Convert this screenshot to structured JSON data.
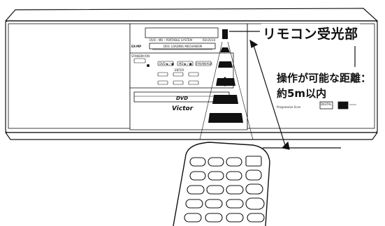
{
  "callouts": {
    "remote_sensor": "リモコン受光部",
    "range_line1": "操作が可能な距離：",
    "range_line2": "約5m以内"
  },
  "device": {
    "brand": "Victor",
    "system_label": "DVD・MD・PORTABLE SYSTEM",
    "model": "RD-DV10",
    "mechanism_label": "DISC LOADING MECHANISM",
    "ex_mp_label": "EX-MP",
    "dvd_label": "DVD",
    "standby_label": "STANDBY/ON",
    "dvd_btn": "DVD ▶ / ■",
    "md_btn": "MD ▶ / ■",
    "fm_btn": "FM/AM/AUX",
    "enter_label": "ENTER",
    "logo_dolby": "DIGITAL",
    "progressive": "Progressive Scan"
  },
  "colors": {
    "line": "#111111",
    "sensor_window": "#111111",
    "beam": "#111111"
  }
}
